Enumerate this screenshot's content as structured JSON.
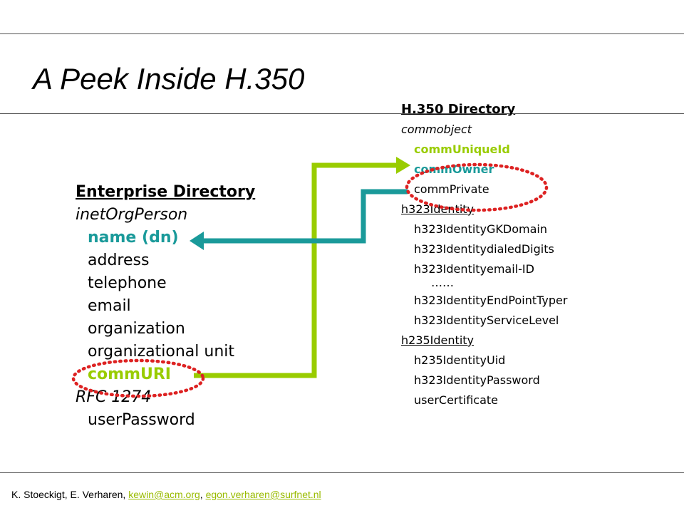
{
  "title": "A Peek Inside H.350",
  "enterprise": {
    "heading": "Enterprise Directory",
    "class_name": "inetOrgPerson",
    "attributes": [
      "name (dn)",
      "address",
      "telephone",
      "email",
      "organization",
      "organizational unit",
      "commURI"
    ],
    "rfc_class": "RFC 1274",
    "rfc_attribute": "userPassword"
  },
  "h350": {
    "heading": "H.350 Directory",
    "commobject": "commobject",
    "comm_attributes": [
      "commUniqueId",
      "commOwner",
      "commPrivate"
    ],
    "h323_class": "h323Identity",
    "h323_attributes": [
      "h323IdentityGKDomain",
      "h323IdentitydialedDigits",
      "h323Identityemail-ID"
    ],
    "ellipsis": "……",
    "h323_attributes_more": [
      "h323IdentityEndPointTyper",
      "h323IdentityServiceLevel"
    ],
    "h235_class": "h235Identity",
    "h235_attributes": [
      "h235IdentityUid",
      "h323IdentityPassword",
      "userCertificate"
    ]
  },
  "footer": {
    "authors": "K. Stoeckigt, E. Verharen,",
    "link1": "kewin@acm.org",
    "separator": ",",
    "link2": "egon.verharen@surfnet.nl"
  },
  "colors": {
    "teal": "#1a9a9a",
    "green": "#99cc00",
    "red_dots": "#dd2222"
  }
}
